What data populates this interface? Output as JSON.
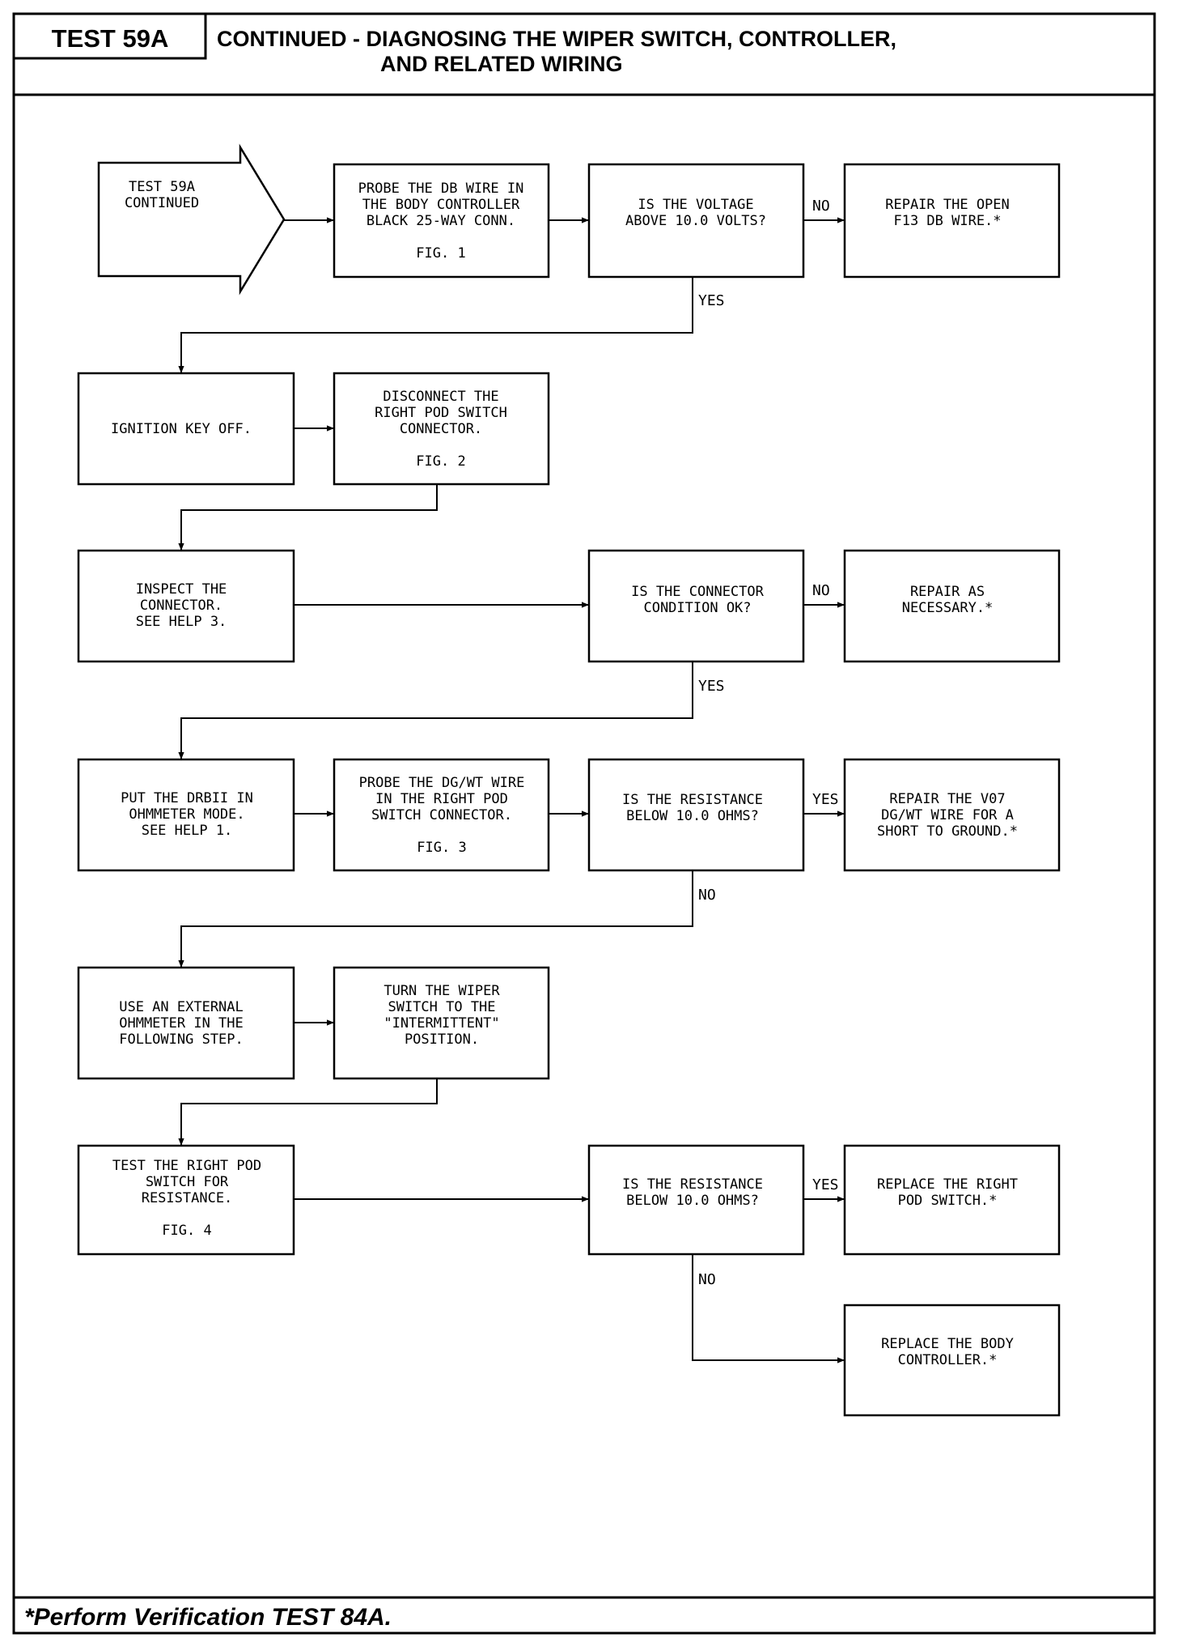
{
  "header": {
    "test_id": "TEST 59A",
    "title_line1": "CONTINUED  - DIAGNOSING  THE  WIPER  SWITCH,  CONTROLLER,",
    "title_line2": "AND  RELATED  WIRING"
  },
  "nodes": {
    "start": [
      "TEST 59A",
      "CONTINUED"
    ],
    "probe_db": [
      "PROBE THE DB WIRE IN",
      "THE BODY CONTROLLER",
      "BLACK 25-WAY CONN.",
      "",
      "FIG. 1"
    ],
    "q_voltage": [
      "IS THE VOLTAGE",
      "ABOVE 10.0 VOLTS?"
    ],
    "repair_open": [
      "REPAIR THE OPEN",
      "F13 DB WIRE.*"
    ],
    "ignition_off": [
      "IGNITION KEY OFF."
    ],
    "disconnect": [
      "DISCONNECT THE",
      "RIGHT POD SWITCH",
      "CONNECTOR.",
      "",
      "FIG. 2"
    ],
    "inspect": [
      "INSPECT THE",
      "CONNECTOR.",
      "SEE HELP 3."
    ],
    "q_connector": [
      "IS THE CONNECTOR",
      "CONDITION OK?"
    ],
    "repair_necessary": [
      "REPAIR AS",
      "NECESSARY.*"
    ],
    "drbii": [
      "PUT THE DRBII IN",
      "OHMMETER MODE.",
      "SEE HELP 1."
    ],
    "probe_dgwt": [
      "PROBE THE DG/WT WIRE",
      "IN THE RIGHT POD",
      "SWITCH CONNECTOR.",
      "",
      "FIG. 3"
    ],
    "q_resistance1": [
      "IS THE RESISTANCE",
      "BELOW 10.0 OHMS?"
    ],
    "repair_v07": [
      "REPAIR THE V07",
      "DG/WT WIRE FOR A",
      "SHORT TO GROUND.*"
    ],
    "external_ohm": [
      "USE AN EXTERNAL",
      "OHMMETER IN THE",
      "FOLLOWING STEP."
    ],
    "turn_wiper": [
      "TURN THE WIPER",
      "SWITCH TO THE",
      "\"INTERMITTENT\"",
      "POSITION."
    ],
    "test_pod": [
      "TEST THE RIGHT POD",
      "SWITCH FOR",
      "RESISTANCE.",
      "",
      "FIG. 4"
    ],
    "q_resistance2": [
      "IS THE RESISTANCE",
      "BELOW 10.0 OHMS?"
    ],
    "replace_pod": [
      "REPLACE THE RIGHT",
      "POD SWITCH.*"
    ],
    "replace_body": [
      "REPLACE THE BODY",
      "CONTROLLER.*"
    ]
  },
  "edge_labels": {
    "no1": "NO",
    "yes1": "YES",
    "no2": "NO",
    "yes2": "YES",
    "yes3": "YES",
    "no3": "NO",
    "yes4": "YES",
    "no4": "NO"
  },
  "footer": "*Perform Verification TEST 84A."
}
